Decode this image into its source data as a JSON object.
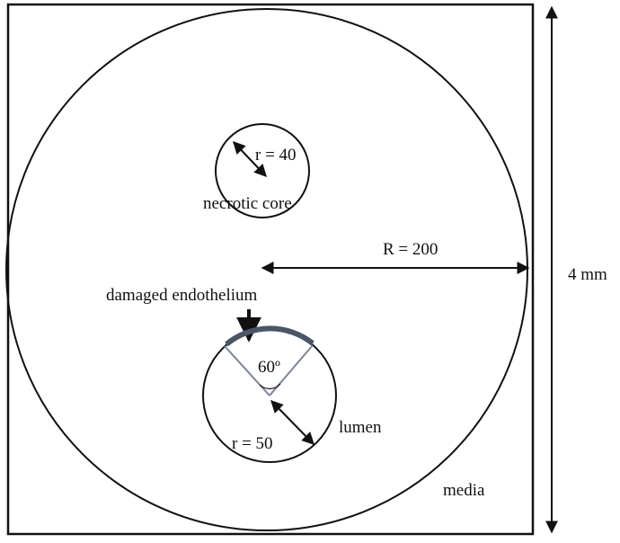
{
  "diagram": {
    "labels": {
      "small_radius_core": "r = 40",
      "necrotic_core": "necrotic core",
      "big_radius": "R = 200",
      "domain_size": "4 mm",
      "damaged_endothelium": "damaged endothelium",
      "angle": "60º",
      "lumen": "lumen",
      "small_radius_lumen": "r = 50",
      "media": "media"
    },
    "colors": {
      "outline": "#111111",
      "damaged_arc": "#4a5566",
      "sector_lines": "#7a8596",
      "background": "#ffffff"
    }
  }
}
